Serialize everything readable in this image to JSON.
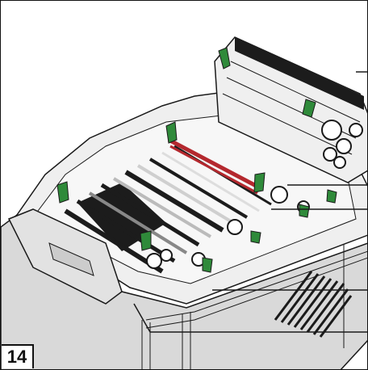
{
  "figure": {
    "number": "14",
    "subject": "printer-with-cover-open",
    "colors": {
      "outline": "#1a1a1a",
      "casing_fill": "#d9d9d9",
      "inner_fill": "#efefef",
      "roller_dark": "#1c1c1c",
      "lever_green": "#2f8a3a",
      "ribbon_red": "#b4282e"
    },
    "callouts": [
      {
        "id": "callout-1"
      },
      {
        "id": "callout-2"
      },
      {
        "id": "callout-3"
      },
      {
        "id": "callout-4"
      },
      {
        "id": "callout-5"
      }
    ]
  }
}
